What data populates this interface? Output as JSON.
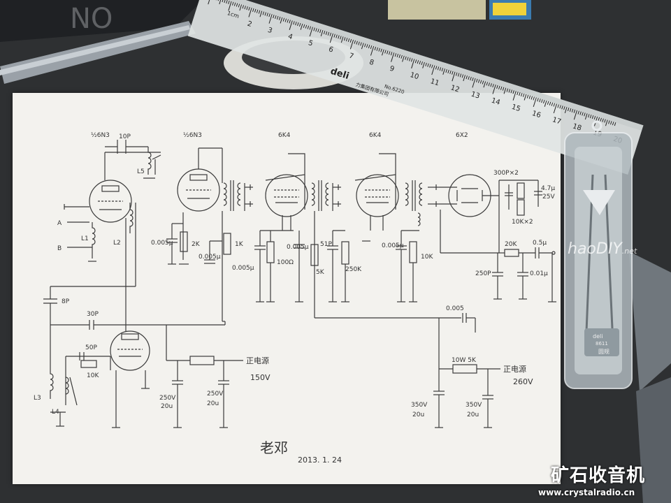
{
  "photo": {
    "description_colors": {
      "paper": "#f3f2ee",
      "ink": "#333333",
      "desk": "#2b2d2f",
      "ruler": "#dfe3e2"
    }
  },
  "ruler": {
    "brand": "deli",
    "model": "No.6220",
    "maker": "力集团有限公司",
    "unit": "1cm",
    "ticks": [
      "2",
      "3",
      "4",
      "5",
      "6",
      "7",
      "8",
      "9",
      "10",
      "11",
      "12",
      "13",
      "14",
      "15",
      "16",
      "17",
      "18",
      "19",
      "20"
    ]
  },
  "case": {
    "brand": "deli",
    "model": "8611",
    "label": "圆规"
  },
  "schematic": {
    "tubes": {
      "v1": "½6N3",
      "v2": "½6N3",
      "v3": "6K4",
      "v4": "6K4",
      "v5": "6X2"
    },
    "caps": {
      "c_10p": "10P",
      "c_8p": "8P",
      "c_30p": "30P",
      "c_50p": "50P",
      "c_0005a": "0.005μ",
      "c_0005b": "0.005μ",
      "c_0005c": "0.005μ",
      "c_0005d": "0.005μ",
      "c_0005e": "0.005μ",
      "c_0005f": "0.005",
      "c_51p": "51P",
      "c_250p": "250P",
      "c_001u": "0.01μ",
      "c_005u": "0.5μ",
      "c_300p": "300P×2",
      "c_47u": "4.7μ",
      "c_25v": "25V"
    },
    "resistors": {
      "r_2k": "2K",
      "r_1k": "1K",
      "r_100": "100Ω",
      "r_5k": "5K",
      "r_250k": "250K",
      "r_10k": "10K",
      "r_20k": "20K",
      "r_10kx2": "10K×2",
      "r_10k_b": "10K",
      "r_10w5k": "10W 5K"
    },
    "coils": {
      "L1": "L1",
      "L2": "L2",
      "L3": "L3",
      "L4": "L4",
      "L5": "L5"
    },
    "terminals": {
      "A": "A",
      "B": "B"
    },
    "power": {
      "psu_150": "正电源",
      "v150": "150V",
      "psu_260": "正电源",
      "v260": "260V",
      "c250a_v": "250V",
      "c250a_u": "20u",
      "c250b_v": "250V",
      "c250b_u": "20u",
      "c350a_v": "350V",
      "c350a_u": "20u",
      "c350b_v": "350V",
      "c350b_u": "20u"
    },
    "signature": "老邓",
    "date": "2013. 1. 24"
  },
  "watermarks": {
    "site_cn": "矿石收音机",
    "site_url": "www.crystalradio.cn",
    "haodiy": "haoDIY",
    "haodiy_tld": ".net"
  }
}
